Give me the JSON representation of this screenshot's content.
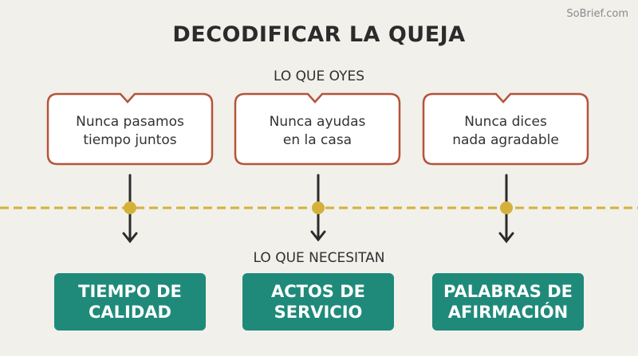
{
  "watermark": "SoBrief.com",
  "title": "DECODIFICAR LA QUEJA",
  "hear_label": "LO QUE OYES",
  "need_label": "LO QUE NECESITAN",
  "complaints": [
    {
      "line1": "Nunca pasamos",
      "line2": "tiempo juntos"
    },
    {
      "line1": "Nunca ayudas",
      "line2": "en la casa"
    },
    {
      "line1": "Nunca dices",
      "line2": "nada agradable"
    }
  ],
  "needs": [
    {
      "line1": "TIEMPO DE",
      "line2": "CALIDAD"
    },
    {
      "line1": "ACTOS DE",
      "line2": "SERVICIO"
    },
    {
      "line1": "PALABRAS DE",
      "line2": "AFIRMACIÓN"
    }
  ],
  "colors": {
    "background": "#f1f0eb",
    "bubble_border": "#b5543a",
    "dashed_line": "#d4b13a",
    "need_box": "#1f8a7a",
    "arrow": "#2b2b2b"
  }
}
